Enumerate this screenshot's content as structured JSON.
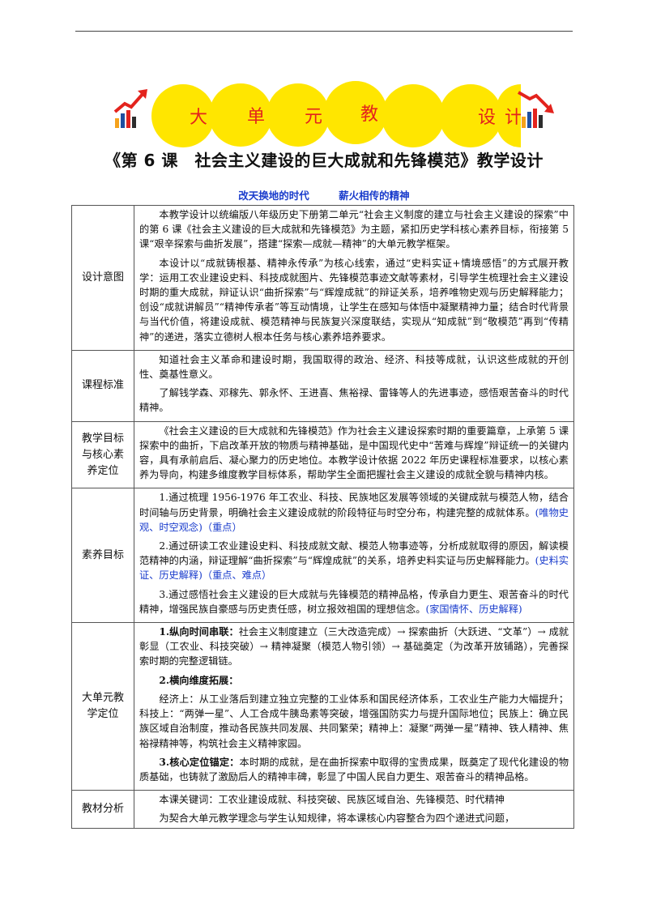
{
  "banner": {
    "chars": [
      "大",
      "单",
      "元",
      "教",
      "",
      "设",
      "计"
    ]
  },
  "title": "《第 6 课　社会主义建设的巨大成就和先锋模范》教学设计",
  "subtitle": {
    "left": "改天换地的时代",
    "right": "薪火相传的精神"
  },
  "rows": {
    "design_intent": {
      "label": "设计意图",
      "p1": "本教学设计以统编版八年级历史下册第二单元“社会主义制度的建立与社会主义建设的探索”中的第 6 课《社会主义建设的巨大成就和先锋模范》为主题，紧扣历史学科核心素养目标，衔接第 5 课“艰辛探索与曲折发展”，搭建“探索—成就—精神”的大单元教学框架。",
      "p2": "本设计以“成就铸根基、精神永传承”为核心线索，通过“史料实证+情境感悟”的方式展开教学：运用工农业建设史料、科技成就图片、先锋模范事迹文献等素材，引导学生梳理社会主义建设时期的重大成就，辩证认识“曲折探索”与“辉煌成就”的辩证关系，培养唯物史观与历史解释能力；创设“成就讲解员”“精神传承者”等互动情境，让学生在感知与体悟中凝聚精神力量；结合时代背景与当代价值，将建设成就、模范精神与民族复兴深度联结，实现从“知成就”到“敬模范”再到“传精神”的递进，落实立德树人根本任务与核心素养培养要求。"
    },
    "curriculum": {
      "label": "课程标准",
      "p1": "知道社会主义革命和建设时期，我国取得的政治、经济、科技等成就，认识这些成就的开创性、奠基性意义。",
      "p2": "了解钱学森、邓稼先、郭永怀、王进喜、焦裕禄、雷锋等人的先进事迹，感悟艰苦奋斗的时代精神。"
    },
    "positioning": {
      "label": "教学目标与核心素养定位",
      "p1": "《社会主义建设的巨大成就和先锋模范》作为社会主义建设探索时期的重要篇章，上承第 5 课探索中的曲折，下启改革开放的物质与精神基础，是中国现代史中“苦难与辉煌”辩证统一的关键内容，具有承前启后、凝心聚力的历史地位。本教学设计依据 2022 年历史课程标准要求，以核心素养为导向，构建多维度教学目标体系，帮助学生全面把握社会主义建设的成就全貌与精神内核。"
    },
    "literacy": {
      "label": "素养目标",
      "g1": "1.通过梳理 1956-1976 年工农业、科技、民族地区发展等领域的关键成就与模范人物，结合时间轴与历史背景，明确社会主义建设成就的阶段特征与时空分布，构建完整的成就体系。",
      "g1_tag": "(唯物史观、时空观念)（重点）",
      "g2": "2.通过研读工农业建设史料、科技成就文献、模范人物事迹等，分析成就取得的原因，解读模范精神的内涵，辩证理解“曲折探索”与“辉煌成就”的关系，培养史料实证与历史解释能力。",
      "g2_tag": "(史料实证、历史解释)（重点、难点）",
      "g3": "3.通过感悟社会主义建设的巨大成就与先锋模范的精神品格，传承自力更生、艰苦奋斗的时代精神，增强民族自豪感与历史责任感，树立报效祖国的理想信念。",
      "g3_tag": "(家国情怀、历史解释)"
    },
    "unit": {
      "label": "大单元教学定位",
      "s1_head": "1.纵向时间串联：",
      "s1_text": "社会主义制度建立（三大改造完成）→ 探索曲折（大跃进、“文革”）→ 成就彰显（工农业、科技突破）→ 精神凝聚（模范人物引领）→ 基础奠定（为改革开放铺路），完善探索时期的完整逻辑链。",
      "s2_head": "2.横向维度拓展：",
      "s2_text": "经济上：从工业落后到建立独立完整的工业体系和国民经济体系，工农业生产能力大幅提升；科技上：“两弹一星”、人工合成牛胰岛素等突破，增强国防实力与提升国际地位；民族上：确立民族区域自治制度，推动各民族共同发展、共同繁荣；精神上：凝聚“两弹一星”精神、铁人精神、焦裕禄精神等，构筑社会主义精神家园。",
      "s3_head": "3.核心定位锚定：",
      "s3_text": "本时期的成就，是在曲折探索中取得的宝贵成果，既奠定了现代化建设的物质基础，也铸就了激励后人的精神丰碑，彰显了中国人民自力更生、艰苦奋斗的精神品格。"
    },
    "material": {
      "label": "教材分析",
      "p1": "本课关键词：工农业建设成就、科技突破、民族区域自治、先锋模范、时代精神",
      "p2": "为契合大单元教学理念与学生认知规律，将本课核心内容整合为四个递进式问题，"
    }
  },
  "colors": {
    "circle": "#ffe600",
    "banner_text": "#e3231d",
    "accent_blue": "#1a3ccc"
  }
}
